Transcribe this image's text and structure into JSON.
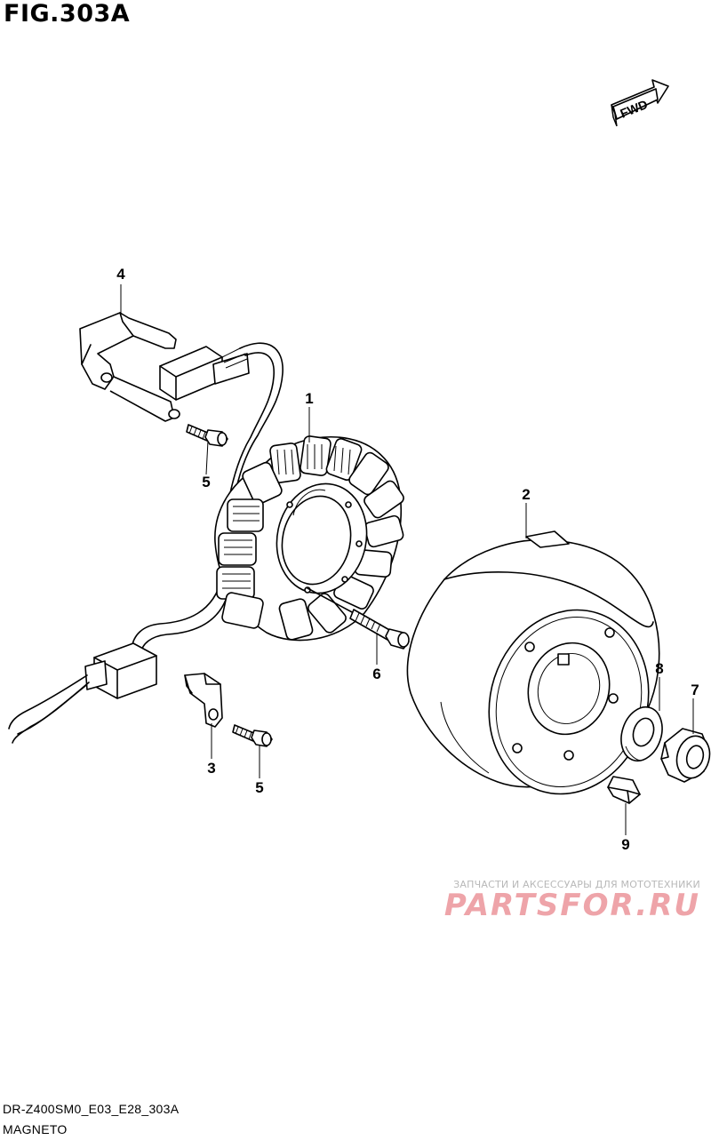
{
  "figure": {
    "title": "FIG.303A",
    "model_code": "DR-Z400SM0_E03_E28_303A",
    "section_name": "MAGNETO",
    "fwd_label": "FWD"
  },
  "callouts": [
    {
      "id": "1",
      "text": "1"
    },
    {
      "id": "2",
      "text": "2"
    },
    {
      "id": "3",
      "text": "3"
    },
    {
      "id": "4",
      "text": "4"
    },
    {
      "id": "5a",
      "text": "5"
    },
    {
      "id": "5b",
      "text": "5"
    },
    {
      "id": "6",
      "text": "6"
    },
    {
      "id": "7",
      "text": "7"
    },
    {
      "id": "8",
      "text": "8"
    },
    {
      "id": "9",
      "text": "9"
    }
  ],
  "watermark": {
    "tagline": "ЗАПЧАСТИ И АКСЕССУАРЫ ДЛЯ МОТОТЕХНИКИ",
    "brand": "PARTSFOR.RU",
    "brand_color": "#e8868c"
  }
}
